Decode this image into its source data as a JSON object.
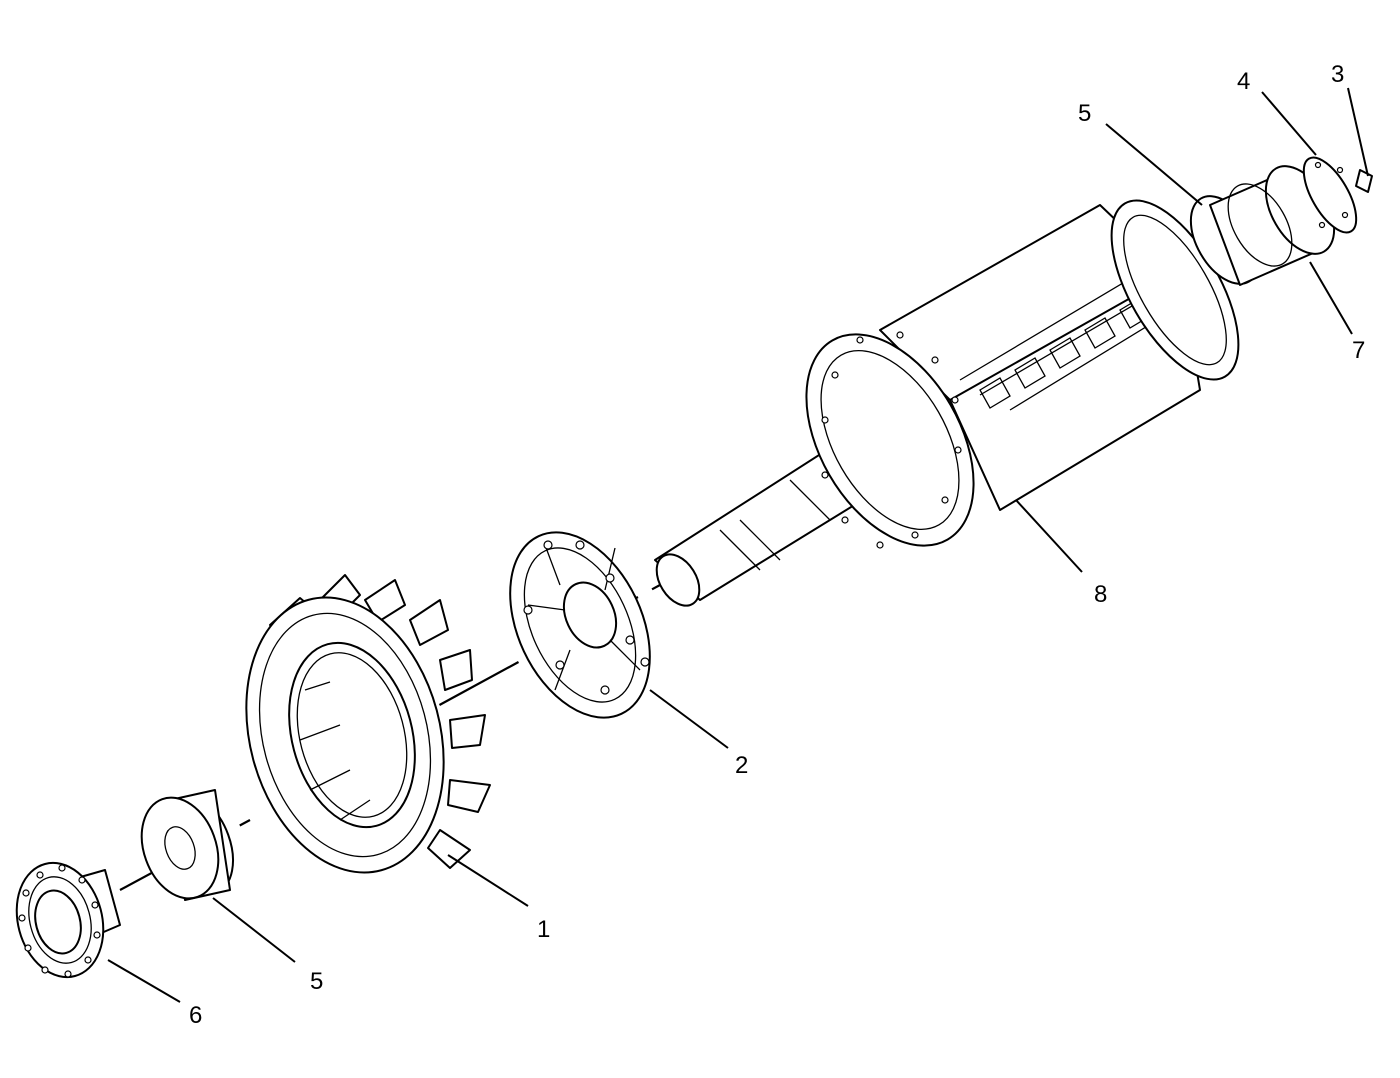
{
  "callouts": {
    "fan": "1",
    "hub_flange": "2",
    "end_item_3": "3",
    "end_plate_4": "4",
    "spacer_upper": "5",
    "spacer_lower": "5",
    "coupling": "6",
    "exciter_rotor": "7",
    "main_rotor": "8"
  }
}
